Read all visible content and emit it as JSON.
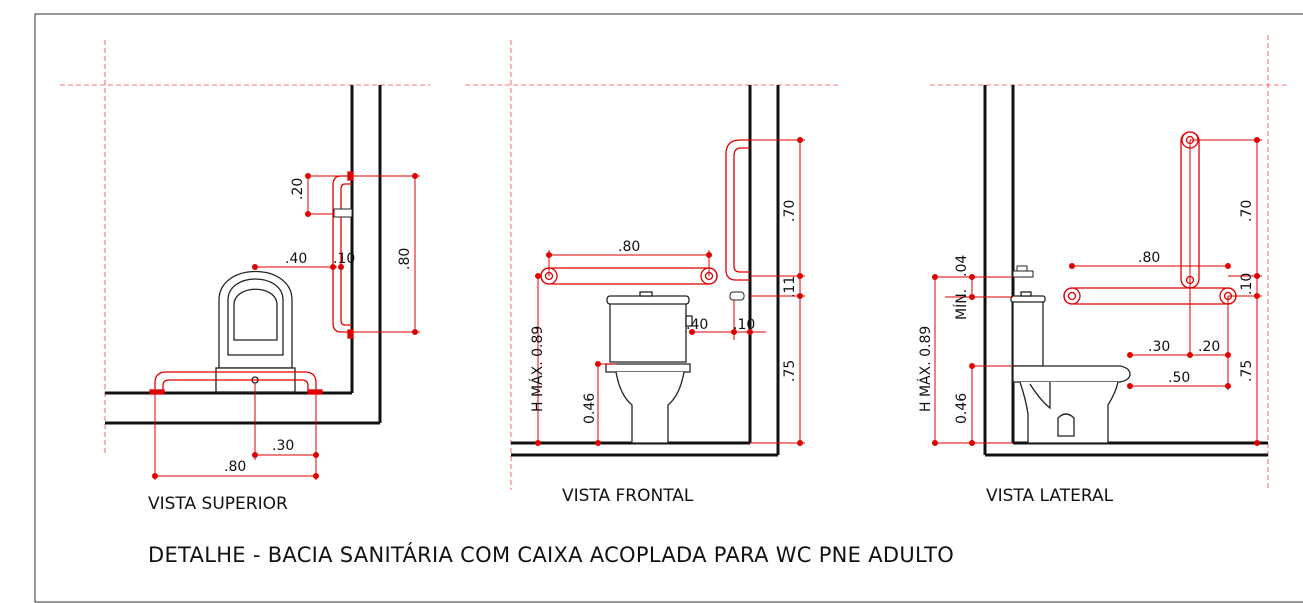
{
  "title": "DETALHE - BACIA SANITÁRIA COM CAIXA ACOPLADA PARA WC PNE ADULTO",
  "views": {
    "top": {
      "label": "VISTA SUPERIOR",
      "dims": {
        "d20": ".20",
        "d80v": ".80",
        "d40": ".40",
        "d10": ".10",
        "d30": ".30",
        "d80h": ".80"
      }
    },
    "front": {
      "label": "VISTA FRONTAL",
      "dims": {
        "d80": ".80",
        "d70": ".70",
        "d11": ".11",
        "d75": ".75",
        "d40": ".40",
        "d10": ".10",
        "hmax": "H MÁX. 0.89",
        "h046": "0.46"
      }
    },
    "side": {
      "label": "VISTA LATERAL",
      "dims": {
        "d80": ".80",
        "d70": ".70",
        "d10": ".10",
        "d75": ".75",
        "d30": ".30",
        "d20": ".20",
        "d50": ".50",
        "d04": ".04",
        "min": "MÍN.",
        "hmax": "H MÁX. 0.89",
        "h046": "0.46"
      }
    }
  },
  "colors": {
    "dimension": "#e00000",
    "guide": "#ff3333",
    "line": "#111111"
  }
}
